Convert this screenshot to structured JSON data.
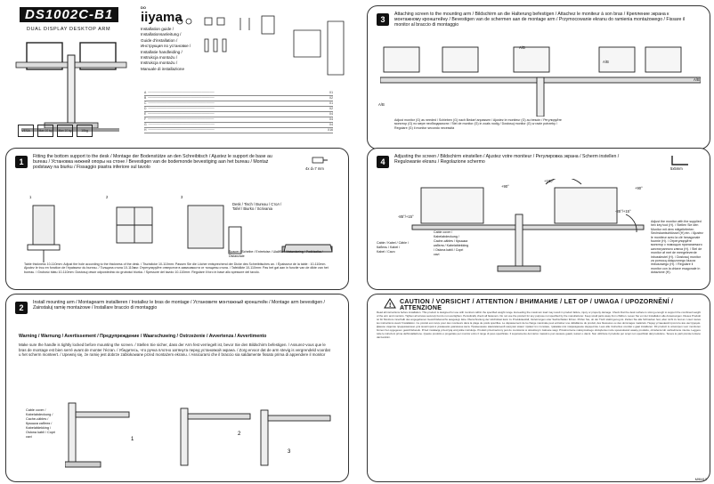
{
  "cover": {
    "model": "DS1002C-B1",
    "subtitle": "DUAL DISPLAY DESKTOP ARM",
    "brand": "iiyama",
    "brand_small": "DO",
    "doc_items": [
      "Installation guide /",
      "Installationsanleitung /",
      "Guide d'installation /",
      "Инструкция по установке /",
      "Installatie handleiding /",
      "Instrukcja montażu /",
      "Instrukcja montażu /",
      "Manuale di installazione"
    ],
    "icons": [
      "VESA",
      "Max 10 kg",
      "Max 10 kg",
      "10kg"
    ],
    "table_rows": [
      {
        "letter": "A",
        "code": "X1"
      },
      {
        "letter": "B",
        "code": "X2"
      },
      {
        "letter": "C",
        "code": "X1"
      },
      {
        "letter": "D",
        "code": "X2"
      },
      {
        "letter": "E",
        "code": "X4"
      },
      {
        "letter": "F",
        "code": "X4"
      },
      {
        "letter": "G",
        "code": "X4"
      },
      {
        "letter": "H",
        "code": "X16"
      }
    ]
  },
  "step1": {
    "number": "1",
    "heading": "Fitting the bottom support to the desk / Montage der Bodenstütze an den Schreibtisch / Ajustez le support de base au bureau / Установка нижней опоры на стоне / Bevestigen van de bodemonde bevestiging aan het bureau / Montaż podstawy na biurku / Fissaggio piastra inferiore sul tavolo",
    "tool_label": "4x d=7 mm",
    "panel_labels": [
      "1",
      "2",
      "3"
    ],
    "desk_label": "Desk / Tisch / Bureau / Стол / Tafel / Biurko / Scrivania",
    "washer_label": "Spacer / Scheibe / Entretoise / Шайба / Afstandsring / Podkładka / Distanziale",
    "bottom_text": "Table thickness 10-110mm: Adjust the hole according to the thickness of the desk. / Tischdicke 10-110mm: Passen Sie die Löcher entsprechend der Dicke des Schreibtisches an. / Épaisseur de la table : 10-110mm. Ajustez le trou en fonction de l'épaisseur du bureau. / Толщина стола 10-110мм: Отрегулируйте отверстие в зависимости от толщины стола. / Tafeldikte 10-110mm: Pas het gat aan in functie van de dikte van het bureau. / Grubość blatu 10-110mm: Dostosuj otwór odpowiednio do grubości biurka. / Spessore del tavolo 10-110mm: Regolare il foro in base allo spessore del tavolo."
  },
  "step2": {
    "number": "2",
    "heading": "Install mounting arm / Montagearm installieren / Installez le bras de montage / Установите монтажный кронштейн / Montage arm bevestigen / Zainstaluj ramię montażowe / Installare braccio di montaggio",
    "warning_title": "Warning / Warnung / Avertissement / Предупреждение / Waarschuwing / Ostrzeżenie / Avvertenza / Avvertimento",
    "warning_text": "Make sure the handle is tightly locked before mounting the screen. / Stellen Sie sicher, dass der Arm fest verriegelt ist, bevor Sie den Bildschirm befestigen. / Assurez-vous que le bras de montage est bien serré avant de monter l'écran. / Убедитесь, что ручка плотно затянута перед установкой экрана. / Zorg ervoor dat de arm stevig is vergrendeld voordat u het scherm monteert. / Upewnij się, że ramię jest dobrze zablokowane przed montażem ekranu. / Assicurarsi che il braccio sia saldamente fissato prima di appendere il monitor",
    "cable_label": "Cable cover / Kabelabdeckung / Cache-câbles / Крышка кабеля / Kabelafdekking / Osłona kabli / Copri cavi"
  },
  "step3": {
    "number": "3",
    "heading": "Attaching screen to the mounting arm / Bildschirm an die Halterung befestigen / Attachez le moniteur à son bras / Крепление экрана к монтажному кронштейну / Bevestigen van de schermen aan de montage arm / Przymocowanie ekranu do ramienia montażowego / Fissare il monitor al braccio di montaggio",
    "labels": [
      "A/B",
      "A/B",
      "A/B",
      "A/B"
    ],
    "note": "Adjust monitor (G) as needed / Schieben (G) nach Bedarf anpassen / Ajustez le moniteur (G) au besoin / Регулируйте монитор (G) по мере необходимости / Stel de monitor (G) in zoals nodig / Dostosuj monitor (G) w razie potrzeby / Regolare (G) il monitor secondo necessità"
  },
  "step4": {
    "number": "4",
    "heading": "Adjusting the screen / Bildschirm einstellen / Ajustez votre moniteur / Регулировка экрана / Scherm instellen / Regulowanie ekranu / Regolazione schermo",
    "tool": "5x5mm",
    "angles": [
      "+180°",
      "+90°",
      "-85°/+15°",
      "-85°/+15°",
      "+90°"
    ],
    "cable_label": "Cable cover / Kabelabdeckung / Cache-câbles / Крышка кабеля / Kabelafdekking / Osłona kabli / Copri cavi",
    "cable2_label": "Cable / Kabel / Câble / Кабель / Kabel / Kabel / Cavo",
    "adjust_text": "Adjust the monitor with the supplied hex key tool (H). / Stellen Sie den Monitor mit dem mitgelieferten Sechskantschlüssel (H) ein. / Ajustez le moniteur avec la clé hexagonale fournie (H). / Отрегулируйте монитор с помощью прилагаемого шестигранного ключа (H). / Stel de monitor af met de meegeleverde inbussleutel (H). / Dostosuj monitor za pomocą dołączonego klucza imbusowego (H). / Regolare il monitor con la chiave esagonale in dotazione (H)."
  },
  "caution": {
    "title": "CAUTION / VORSICHT / ATTENTION / ВНИМАНИЕ / LET OP / UWAGA / UPOZORNĚNÍ / ATTENZIONE",
    "text": "Read all instructions before installation. This product is designed for use with monitors within the specified weight range. Exceeding the maximum load may result in product failure, injury or property damage. Check that the desk surface is strong enough to support the combined weight of the arm and monitors. Tighten all screws securely but do not overtighten. Periodically check all fasteners. Do not use the product for any purpose not specified by the manufacturer. Keep small parts away from children. Lesen Sie vor der Installation alle Anweisungen. Dieses Produkt ist für Monitore innerhalb des angegebenen Gewichtsbereichs ausgelegt. Eine Überschreitung der Höchstlast kann zu Produktausfall, Verletzungen oder Sachschäden führen. Prüfen Sie, ob der Tisch stabil genug ist. Ziehen Sie alle Schrauben fest, aber nicht zu fest an. Lisez toutes les instructions avant l'installation. Ce produit est conçu pour des moniteurs dans la plage de poids spécifiée. Le dépassement de la charge maximale peut entraîner une défaillance du produit, des blessures ou des dommages matériels. Перед установкой прочтите все инструкции. Данное изделие предназначено для мониторов в указанном диапазоне веса. Превышение максимальной нагрузки может привести к поломке, травмам или повреждению имущества. Lees alle instructies voordat u gaat installeren. Dit product is ontworpen voor monitoren binnen het opgegeven gewichtsbereik. Przed instalacją przeczytaj wszystkie instrukcje. Produkt przeznaczony jest do monitorów w określonym zakresie wagi. Przekroczenie maksymalnego obciążenia może spowodować awarię produktu, obrażenia lub uszkodzenie mienia. Leggere tutte le istruzioni prima dell'installazione. Questo prodotto è progettato per monitor entro il range di peso specificato. Il superamento del carico massimo può causare guasti, lesioni o danni. Non utilizzare il prodotto per scopi non specificati dal produttore. Tenere le parti piccole lontano dai bambini."
  },
  "footer": "M9M12"
}
